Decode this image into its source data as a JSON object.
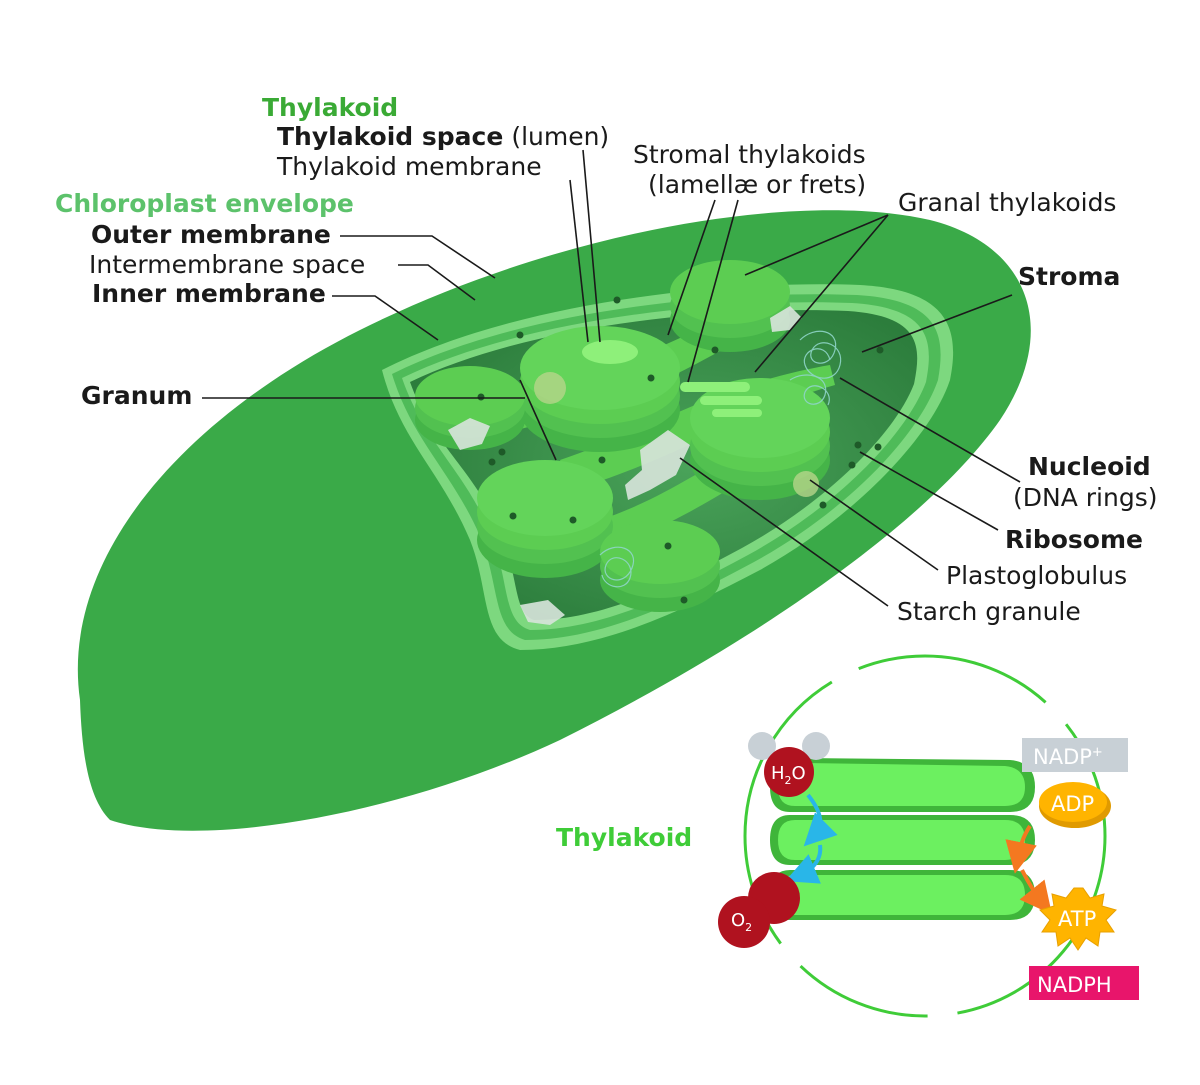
{
  "labels": {
    "thylakoid_header": "Thylakoid",
    "thylakoid_space": "Thylakoid space",
    "thylakoid_space_paren": "(lumen)",
    "thylakoid_membrane": "Thylakoid membrane",
    "stromal_thylakoids": "Stromal thylakoids",
    "stromal_thylakoids_paren": "(lamellæ or frets)",
    "granal_thylakoids": "Granal thylakoids",
    "chloroplast_envelope": "Chloroplast envelope",
    "outer_membrane": "Outer membrane",
    "intermembrane_space": "Intermembrane space",
    "inner_membrane": "Inner membrane",
    "stroma": "Stroma",
    "granum": "Granum",
    "nucleoid": "Nucleoid",
    "nucleoid_paren": "(DNA rings)",
    "ribosome": "Ribosome",
    "plastoglobulus": "Plastoglobulus",
    "starch_granule": "Starch granule"
  },
  "inset": {
    "title": "Thylakoid",
    "h2o_h": "H",
    "h2o_sub": "2",
    "h2o_o": "O",
    "o2_o": "O",
    "o2_sub": "2",
    "nadp": "NADP",
    "nadp_sup": "+",
    "adp": "ADP",
    "atp": "ATP",
    "nadph": "NADPH"
  },
  "colors": {
    "outer_green": "#3aaa48",
    "inner_light": "#7dd87f",
    "stroma_dark": "#2f8a40",
    "thylakoid": "#5ccd52",
    "inset_green": "#6cf060",
    "red_molecule": "#b0121f",
    "adp_orange": "#ffb400",
    "nadp_gray": "#c8d0d6",
    "nadph_pink": "#e8156b",
    "water_arrow": "#29b6e8",
    "atp_arrow": "#f47820"
  }
}
